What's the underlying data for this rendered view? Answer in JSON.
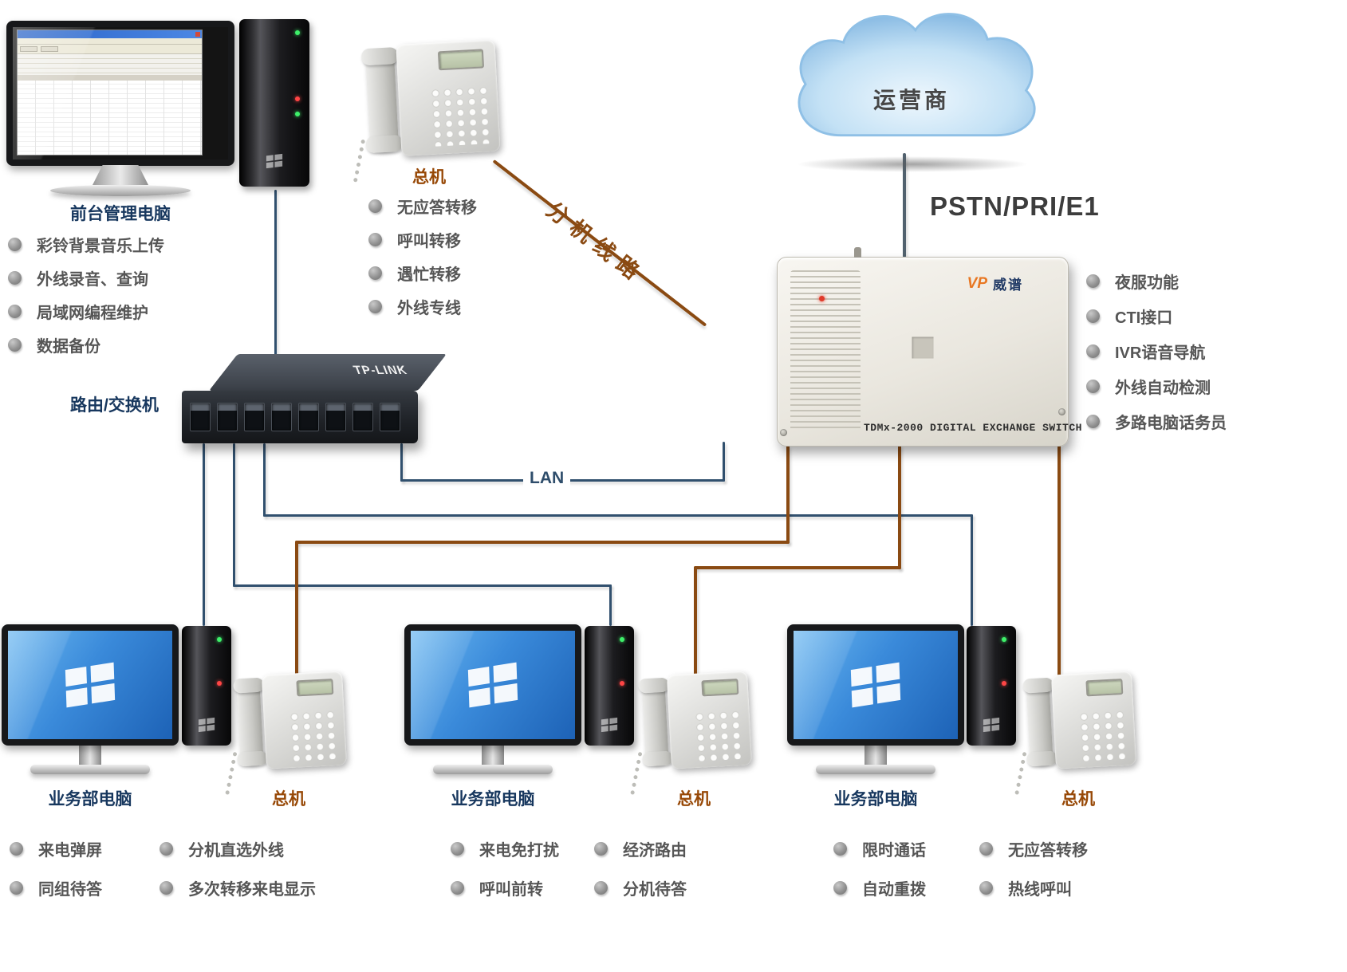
{
  "admin_station": {
    "pc_label": "前台管理电脑",
    "features": [
      "彩铃背景音乐上传",
      "外线录音、查询",
      "局域网编程维护",
      "数据备份"
    ]
  },
  "operator_phone": {
    "label": "总机",
    "features": [
      "无应答转移",
      "呼叫转移",
      "遇忙转移",
      "外线专线"
    ]
  },
  "cloud": {
    "label": "运营商"
  },
  "trunk_label": "PSTN/PRI/E1",
  "pbx": {
    "logo_mark": "VP",
    "brand": "威谱",
    "model": "TDMx-2000  DIGITAL EXCHANGE SWITCH",
    "features": [
      "夜服功能",
      "CTI接口",
      "IVR语音导航",
      "外线自动检测",
      "多路电脑话务员"
    ]
  },
  "switch": {
    "label": "路由/交换机",
    "brand": "TP-LINK"
  },
  "labels": {
    "lan": "LAN",
    "extension_line": "分机线路"
  },
  "workstations": [
    {
      "pc_label": "业务部电脑",
      "phone_label": "总机",
      "features_left": [
        "来电弹屏",
        "同组待答"
      ],
      "features_right": [
        "分机直选外线",
        "多次转移来电显示"
      ]
    },
    {
      "pc_label": "业务部电脑",
      "phone_label": "总机",
      "features_left": [
        "来电免打扰",
        "呼叫前转"
      ],
      "features_right": [
        "经济路由",
        "分机待答"
      ]
    },
    {
      "pc_label": "业务部电脑",
      "phone_label": "总机",
      "features_left": [
        "限时通话",
        "自动重拨"
      ],
      "features_right": [
        "无应答转移",
        "热线呼叫"
      ]
    }
  ],
  "colors": {
    "lan_line": "#31506e",
    "phone_line": "#8a4a12",
    "pc_label": "#17375e",
    "phone_label": "#974806",
    "bullet": "#8d8d8d"
  }
}
